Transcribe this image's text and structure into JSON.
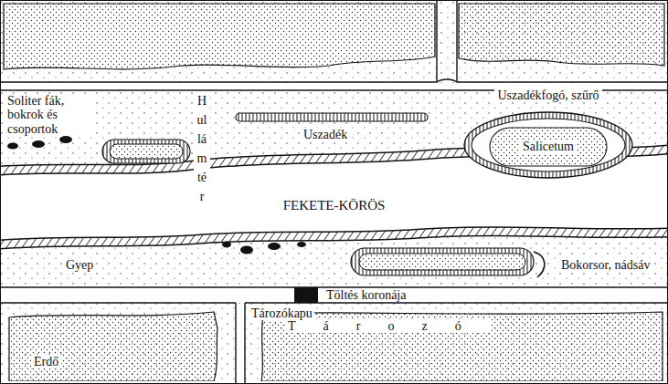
{
  "diagram": {
    "nodes": [
      {
        "text": [
          "Uszadékfogó, szűrő"
        ]
      },
      {
        "text": [
          "Salicetum"
        ],
        "in": 0
      },
      {
        "text": [
          "FEKETE-KÖRÖS"
        ]
      },
      {
        "text": [
          "Erdő"
        ]
      },
      {
        "text": [
          "Tározó"
        ]
      }
    ],
    "labels": [
      "Soliter fák, bokrok és csoportok",
      "Hullámtér",
      "Uszadék",
      "Gyep",
      "Bokorsor, nádsáv",
      "Töltés koronája",
      "Tározókapu"
    ]
  }
}
